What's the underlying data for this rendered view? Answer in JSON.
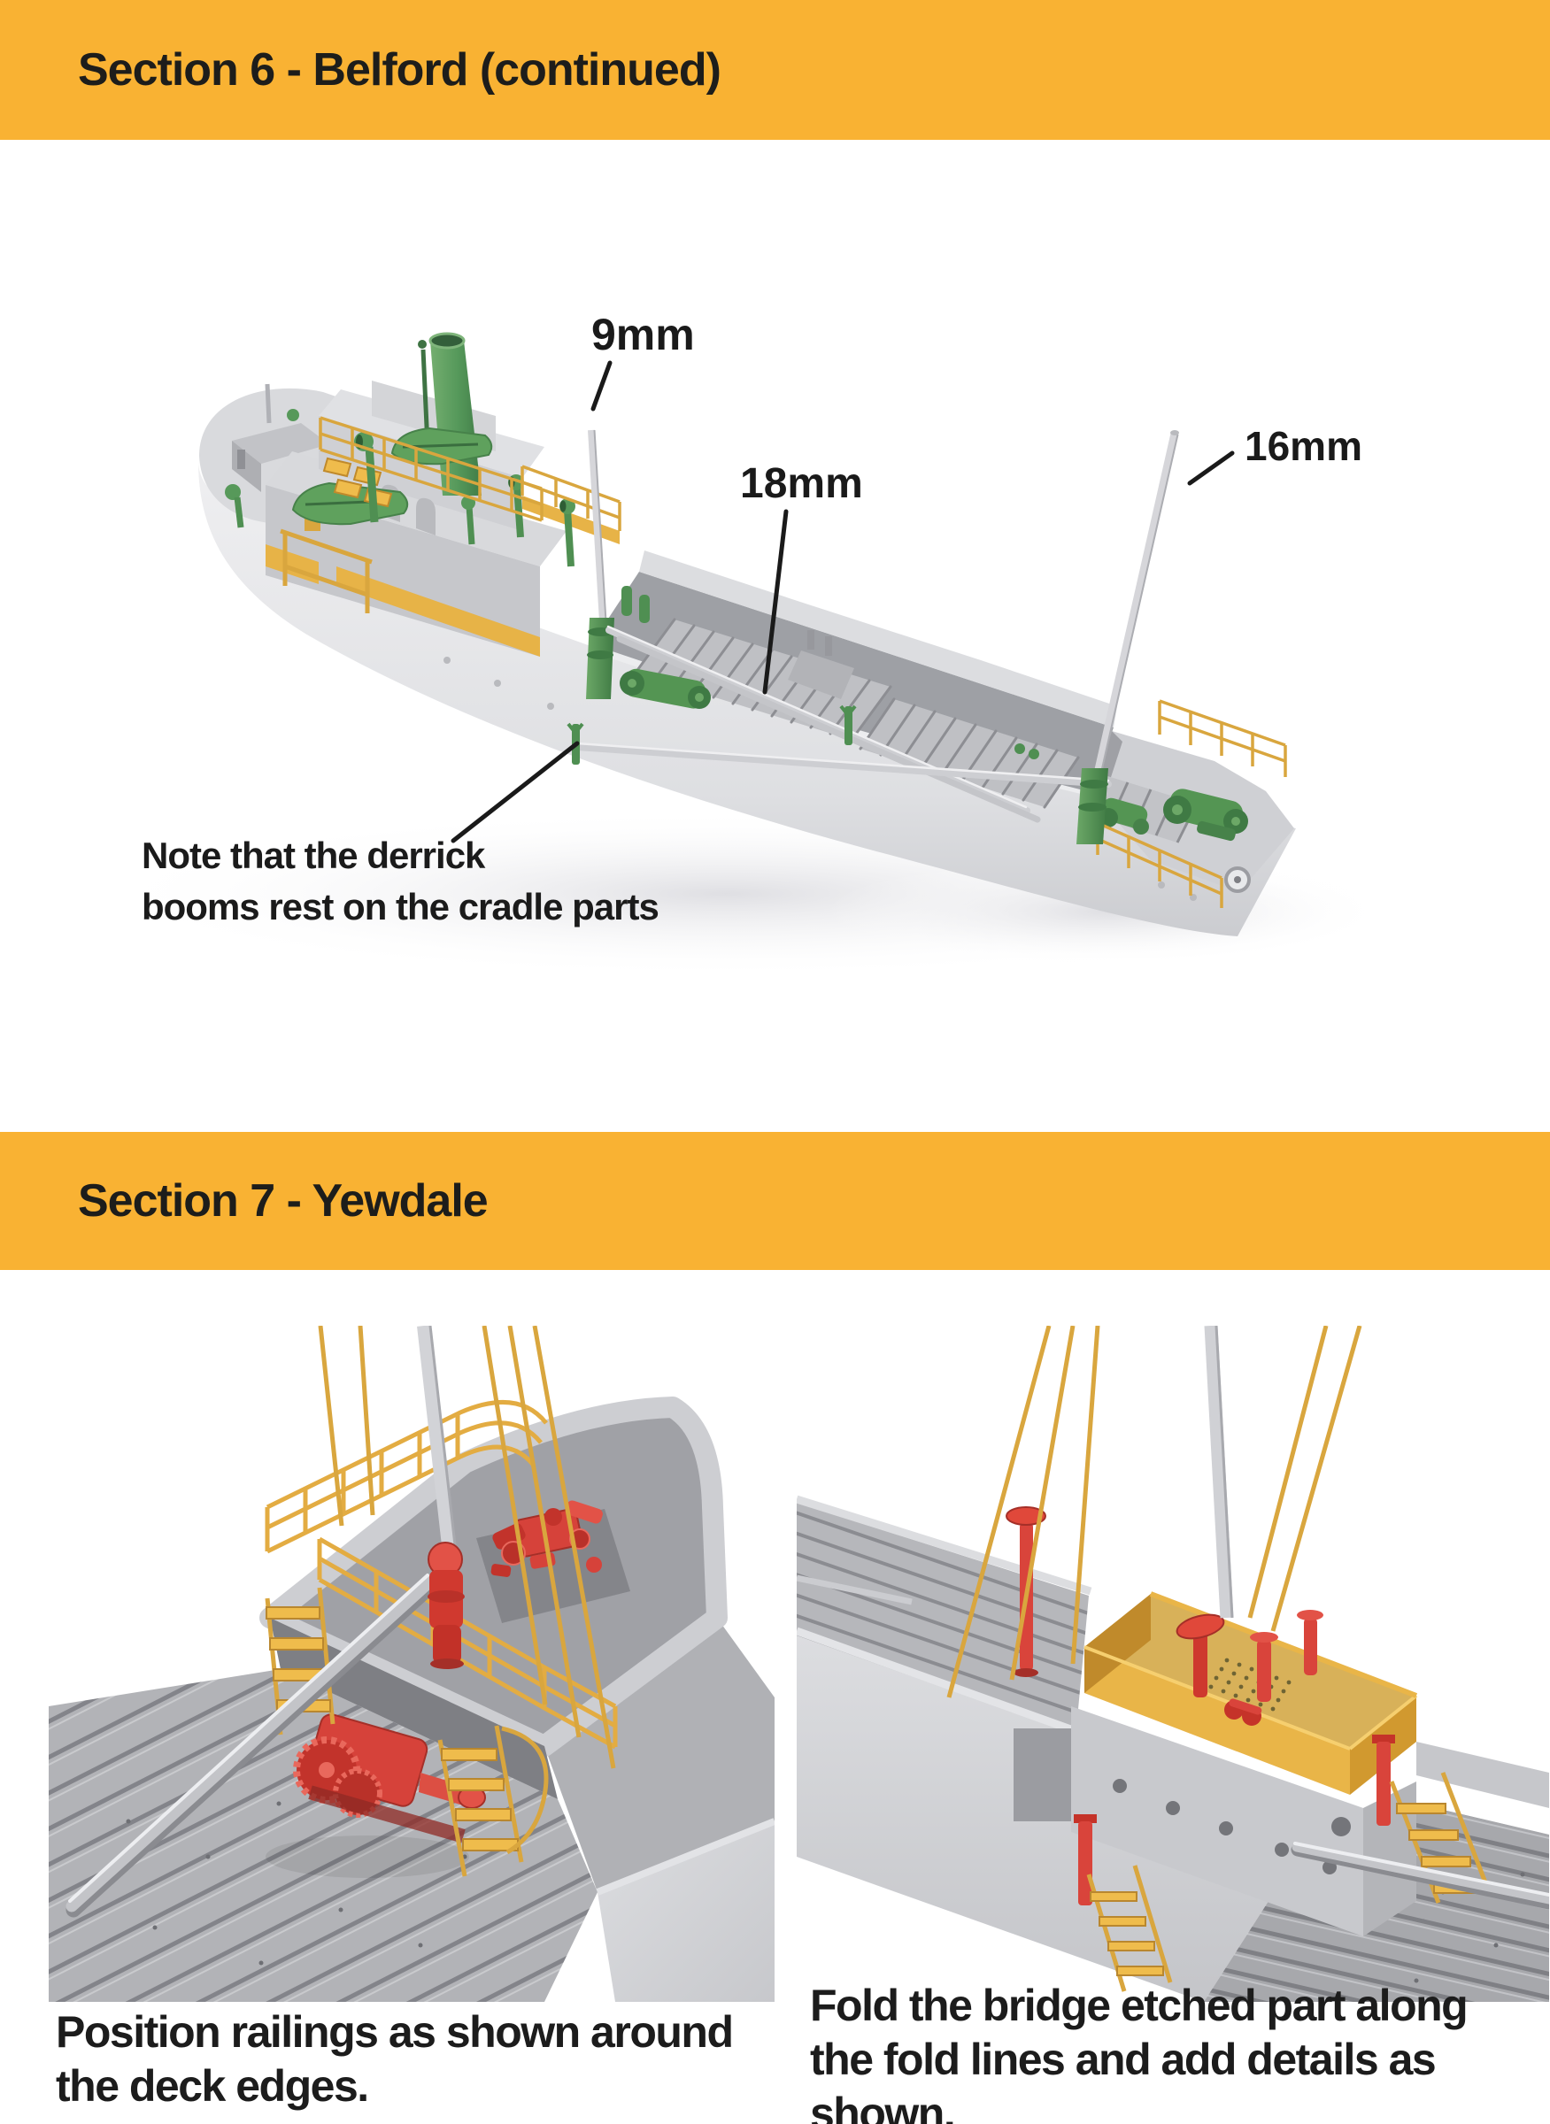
{
  "colors": {
    "section_header_bg": "#F9B233",
    "section_header_text": "#1D1D1B",
    "annotation_text": "#1A1A1A",
    "model_green": "#57995A",
    "model_brass": "#E2A93F",
    "model_red": "#D84038",
    "hull_gray": "#D9DADD",
    "deck_gray": "#9EA0A5"
  },
  "section6": {
    "header_title": "Section 6 - Belford (continued)",
    "labels": {
      "topmast": "9mm",
      "derrick_boom": "18mm",
      "aft_mast": "16mm"
    },
    "note_line1": "Note that the derrick",
    "note_line2": "booms rest on the cradle parts"
  },
  "section7": {
    "header_title": "Section 7 - Yewdale",
    "caption_left_line1": "Position railings as shown around",
    "caption_left_line2": "the deck edges.",
    "caption_right_line1": "Fold the bridge etched part along",
    "caption_right_line2": "the fold lines and add details as",
    "caption_right_line3": "shown."
  }
}
